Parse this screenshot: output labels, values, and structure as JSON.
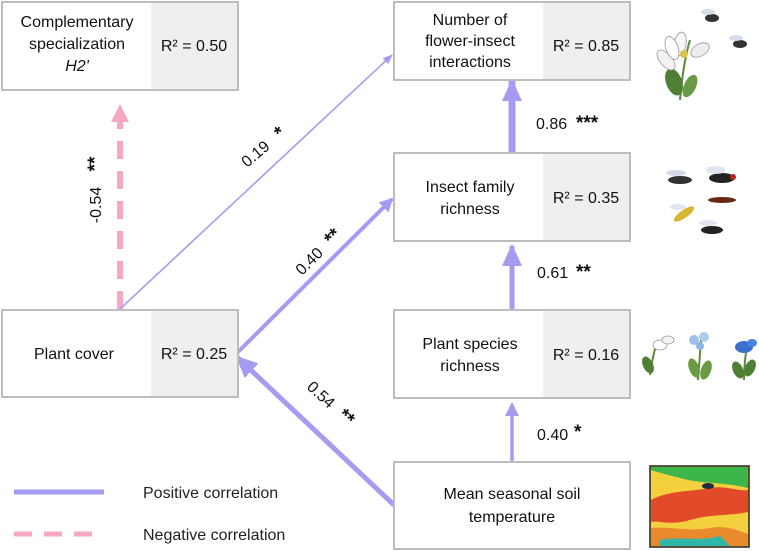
{
  "nodes": {
    "complementary_specialization": {
      "label_lines": [
        "Complementary",
        "specialization"
      ],
      "label_italic": "H2'",
      "r2": "R² = 0.50"
    },
    "flower_insect_interactions": {
      "label_lines": [
        "Number of",
        "flower-insect",
        "interactions"
      ],
      "r2": "R² = 0.85"
    },
    "insect_family_richness": {
      "label_lines": [
        "Insect family",
        "richness"
      ],
      "r2": "R² = 0.35"
    },
    "plant_cover": {
      "label_lines": [
        "Plant cover"
      ],
      "r2": "R² = 0.25"
    },
    "plant_species_richness": {
      "label_lines": [
        "Plant species",
        "richness"
      ],
      "r2": "R² = 0.16"
    },
    "soil_temperature": {
      "label_lines": [
        "Mean seasonal soil",
        "temperature"
      ]
    }
  },
  "paths": [
    {
      "from": "plant_cover",
      "to": "complementary_specialization",
      "coefficient": "-0.54",
      "stars": "**",
      "sign": "negative"
    },
    {
      "from": "plant_cover",
      "to": "flower_insect_interactions",
      "coefficient": "0.19",
      "stars": "*",
      "sign": "positive"
    },
    {
      "from": "plant_cover",
      "to": "insect_family_richness",
      "coefficient": "0.40",
      "stars": "**",
      "sign": "positive"
    },
    {
      "from": "soil_temperature",
      "to": "plant_cover",
      "coefficient": "0.54",
      "stars": "**",
      "sign": "positive"
    },
    {
      "from": "insect_family_richness",
      "to": "flower_insect_interactions",
      "coefficient": "0.86",
      "stars": "***",
      "sign": "positive"
    },
    {
      "from": "plant_species_richness",
      "to": "insect_family_richness",
      "coefficient": "0.61",
      "stars": "**",
      "sign": "positive"
    },
    {
      "from": "soil_temperature",
      "to": "plant_species_richness",
      "coefficient": "0.40",
      "stars": "*",
      "sign": "positive"
    }
  ],
  "legend": {
    "positive": "Positive correlation",
    "negative": "Negative correlation"
  },
  "colors": {
    "positive": "#a49cf0",
    "negative": "#f6a7c2",
    "box_border": "#bdbdbd",
    "r2_panel": "#efefef"
  },
  "illustrations": [
    "flower-with-flies-icon",
    "insect-families-icon",
    "plant-species-icon",
    "soil-temperature-map-icon"
  ]
}
